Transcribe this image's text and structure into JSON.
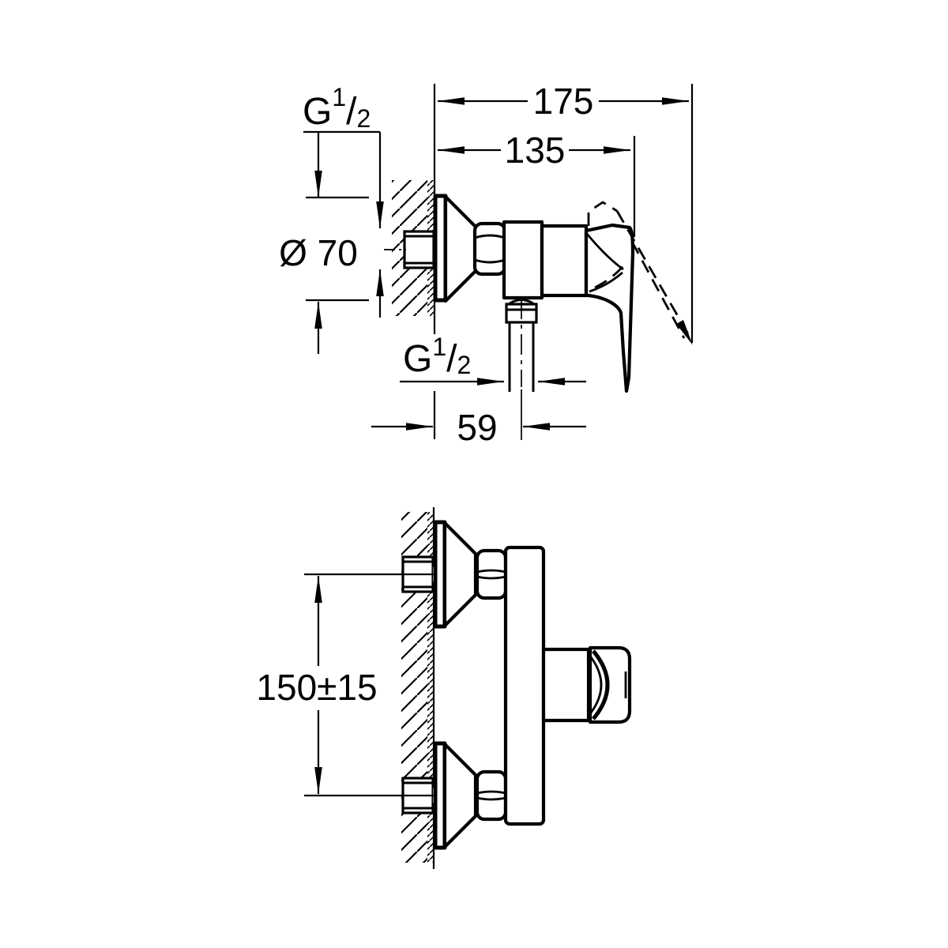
{
  "colors": {
    "background": "#ffffff",
    "line": "#000000"
  },
  "dimensions": {
    "total_depth": "175",
    "body_depth": "135",
    "escutcheon_diameter": "Ø 70",
    "outlet_offset": "59",
    "connection_spacing": "150±15"
  },
  "thread_label": {
    "base": "G",
    "sup": "1",
    "slash": "/",
    "sub": "2"
  }
}
